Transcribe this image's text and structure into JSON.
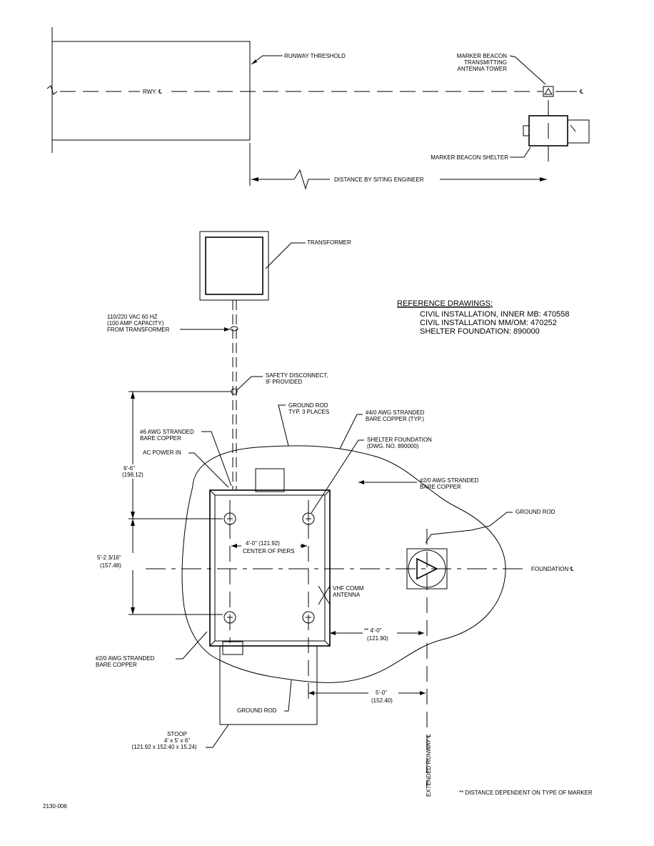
{
  "site_plan": {
    "runway_threshold": "RUNWAY THRESHOLD",
    "rwy_centerline": "RWY. ℄",
    "tower_label": [
      "MARKER BEACON",
      "TRANSMITTING",
      "ANTENNA TOWER"
    ],
    "centerline_symbol": "℄",
    "shelter_label": "MARKER BEACON SHELTER",
    "distance_label": "DISTANCE BY SITING ENGINEER"
  },
  "detail": {
    "transformer": "TRANSFORMER",
    "power_source": [
      "110/220 VAC 60 HZ",
      "(100 AMP CAPACITY)",
      "FROM TRANSFORMER"
    ],
    "safety_disconnect": [
      "SAFETY DISCONNECT,",
      "IF PROVIDED"
    ],
    "ground_rod_typ": [
      "GROUND ROD",
      "TYP. 3 PLACES"
    ],
    "awg4_bare": [
      "#4/0 AWG STRANDED",
      "BARE COPPER (TYP.)"
    ],
    "awg6_bare": [
      "#6 AWG STRANDED",
      "BARE COPPER"
    ],
    "shelter_foundation": [
      "SHELTER FOUNDATION",
      "(DWG. NO. 890000)"
    ],
    "ac_power_in": "AC POWER IN",
    "awg2_bare_right": [
      "#2/0 AWG STRANDED",
      "BARE COPPER"
    ],
    "ground_rod_right": "GROUND ROD",
    "dim_vertical_1": [
      "6'-6\"",
      "(198.12)"
    ],
    "dim_vertical_2": [
      "5'-2 3/16\"",
      "(157.48)"
    ],
    "center_of_piers": [
      "4'-0\" (121.92)",
      "CENTER OF PIERS"
    ],
    "foundation_cl": "FOUNDATION ℄",
    "vhf_antenna": [
      "VHF COMM",
      "ANTENNA"
    ],
    "dim_4ft": [
      "** 4'-0\"",
      "(121.90)"
    ],
    "awg2_bare_left": [
      "#2/0 AWG STRANDED",
      "BARE COPPER"
    ],
    "dim_5ft": [
      "5'-0\"",
      "(152.40)"
    ],
    "ground_rod_bottom": "GROUND ROD",
    "stoop": [
      "STOOP",
      "4' x 5' x 6\"",
      "(121.92 x 152.40 x 15.24)"
    ],
    "extended_runway": "EXTENDED RUNWAY ℄",
    "footnote": "** DISTANCE DEPENDENT ON TYPE OF MARKER"
  },
  "reference": {
    "heading": "REFERENCE DRAWINGS:",
    "items": [
      "CIVIL INSTALLATION, INNER MB: 470558",
      "CIVIL INSTALLATION MM/OM: 470252",
      "SHELTER FOUNDATION: 890000"
    ]
  },
  "drawing_number": "2130-006"
}
